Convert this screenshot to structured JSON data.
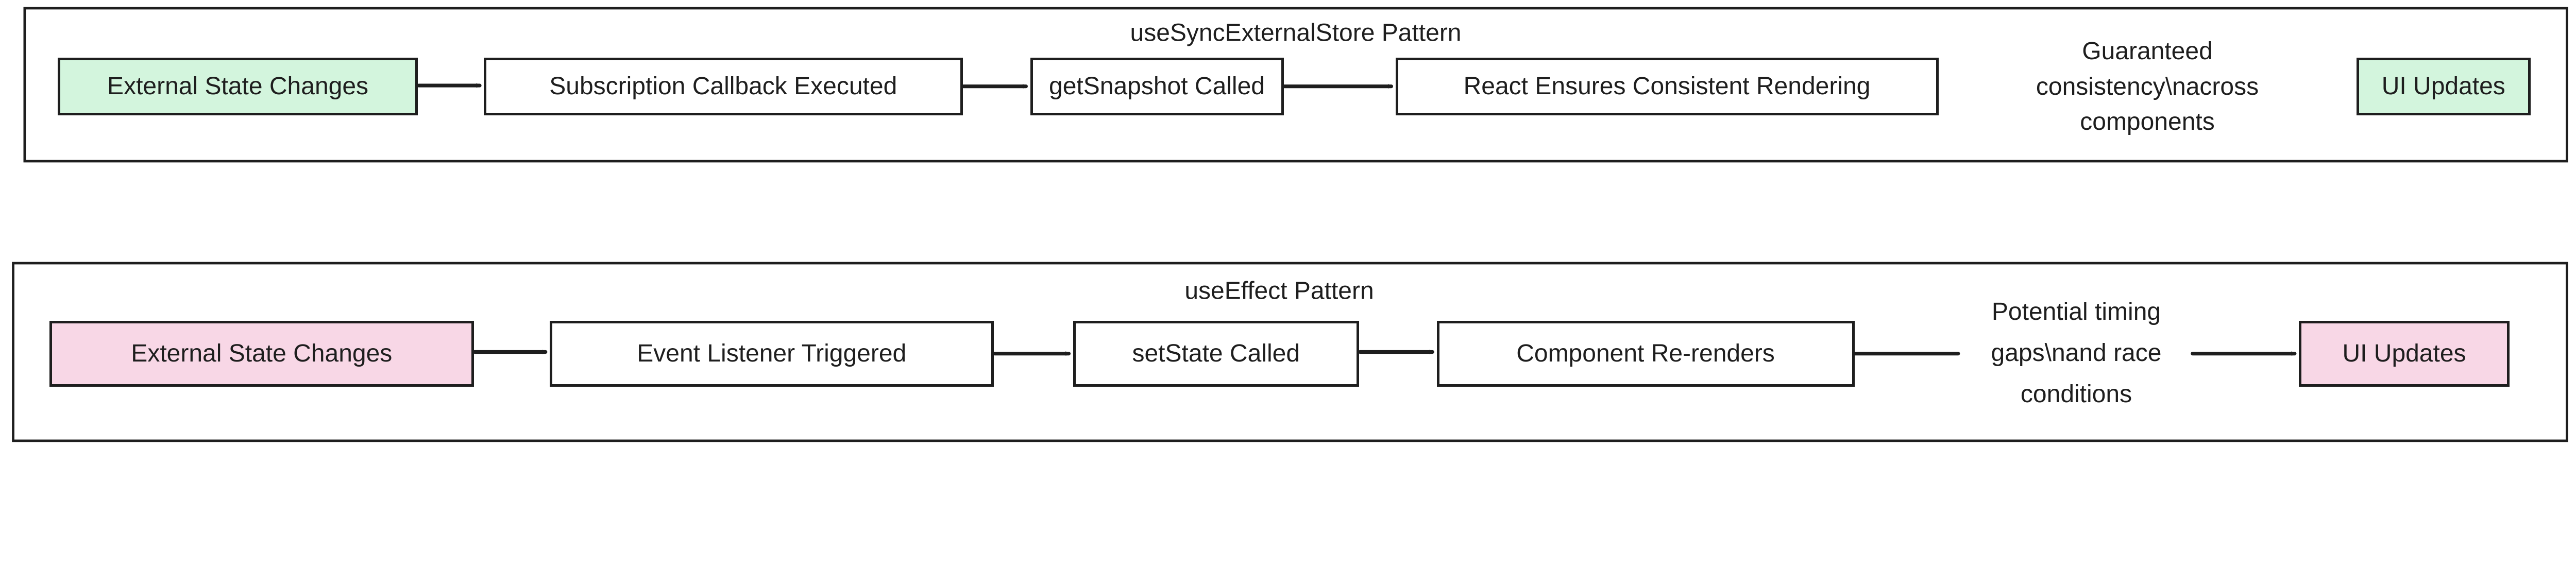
{
  "colors": {
    "sync_node": "#d3f5dd",
    "effect_node": "#f8d7e6",
    "default_node": "#ffffff",
    "stroke": "#1e1e1e"
  },
  "sync": {
    "title": "useSyncExternalStore Pattern",
    "nodes": [
      "External State Changes",
      "Subscription Callback Executed",
      "getSnapshot Called",
      "React Ensures Consistent Rendering",
      "UI Updates"
    ],
    "note": [
      "Guaranteed",
      "consistency\\nacross",
      "components"
    ]
  },
  "effect": {
    "title": "useEffect Pattern",
    "nodes": [
      "External State Changes",
      "Event Listener Triggered",
      "setState Called",
      "Component Re-renders",
      "UI Updates"
    ],
    "note": [
      "Potential timing",
      "gaps\\nand race",
      "conditions"
    ]
  }
}
